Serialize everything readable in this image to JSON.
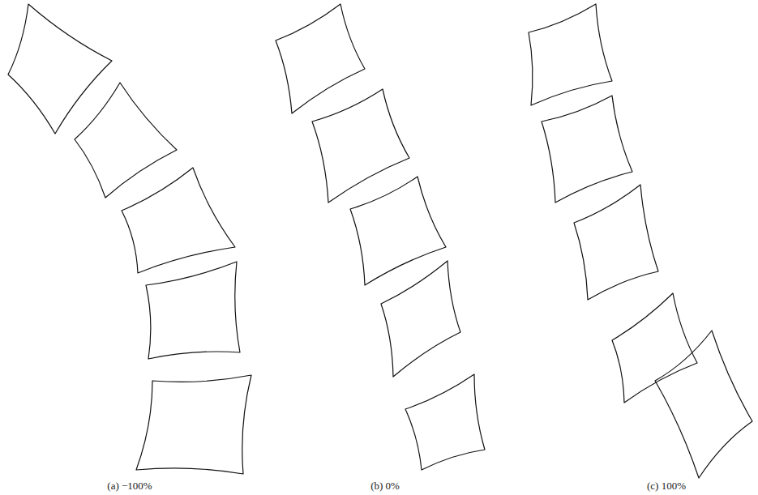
{
  "diagram": {
    "labels": [
      "(a) −100%",
      "(b) 0%",
      "(c) 100%"
    ]
  }
}
